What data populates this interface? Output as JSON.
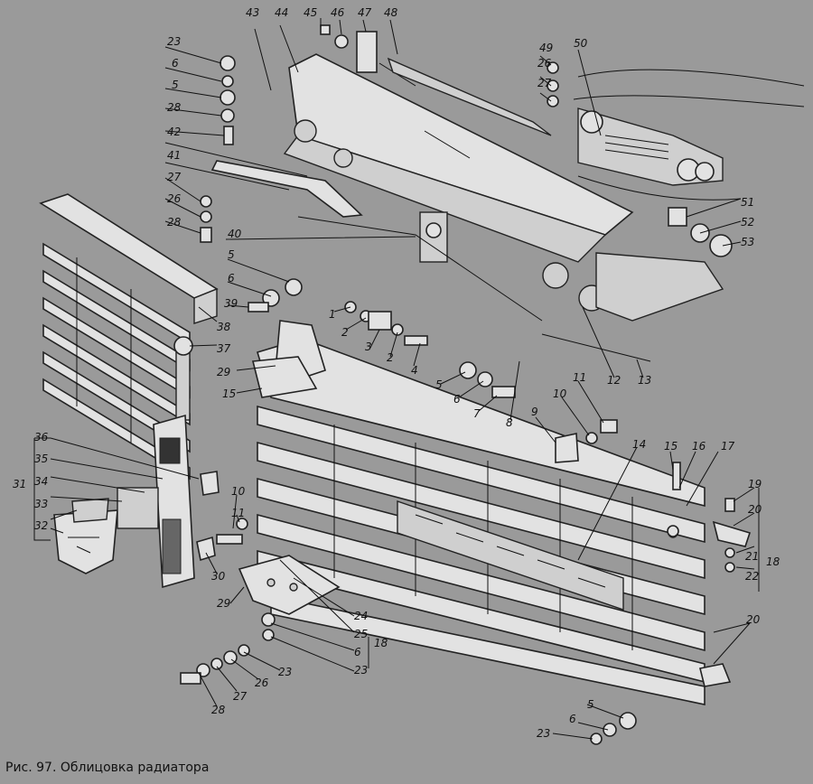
{
  "caption": "Рис. 97. Облицовка радиатора",
  "callouts": [
    "43",
    "44",
    "45",
    "46",
    "47",
    "48",
    "23",
    "6",
    "5",
    "28",
    "42",
    "41",
    "27",
    "26",
    "28",
    "40",
    "49",
    "26",
    "27",
    "50",
    "51",
    "52",
    "53",
    "5",
    "6",
    "39",
    "38",
    "37",
    "1",
    "2",
    "3",
    "2",
    "4",
    "29",
    "15",
    "5",
    "6",
    "7",
    "8",
    "9",
    "10",
    "11",
    "12",
    "13",
    "36",
    "35",
    "31",
    "34",
    "33",
    "32",
    "10",
    "11",
    "30",
    "14",
    "15",
    "16",
    "17",
    "19",
    "20",
    "21",
    "22",
    "18",
    "29",
    "24",
    "25",
    "6",
    "23",
    "18",
    "28",
    "27",
    "26",
    "23",
    "20",
    "5",
    "6",
    "23"
  ],
  "colors": {
    "background": "#9a9a9a",
    "line": "#111111"
  }
}
